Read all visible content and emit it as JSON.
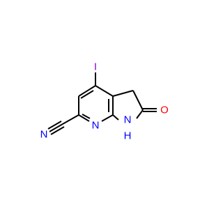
{
  "molecule": {
    "atoms": {
      "iodine": "I",
      "oxygen": "O",
      "nitrogen_ring": "N",
      "nitrogen_nh_n": "N",
      "nitrogen_nh_h": "H",
      "nitrogen_nitrile": "N"
    }
  },
  "colors": {
    "iodine": "#9400d3",
    "oxygen": "#ff0000",
    "nitrogen": "#0000ff",
    "bond": "#000000",
    "background": "#ffffff"
  }
}
